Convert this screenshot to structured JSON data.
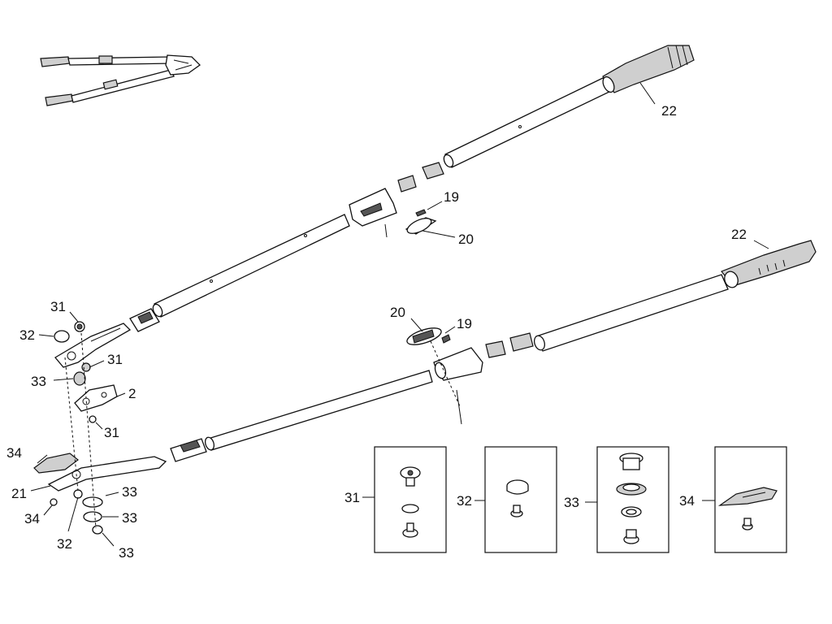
{
  "diagram": {
    "callouts": {
      "c22_upper": "22",
      "c22_lower": "22",
      "c19_upper": "19",
      "c20_upper": "20",
      "c20_lower": "20",
      "c19_lower": "19",
      "c31_a": "31",
      "c32_a": "32",
      "c31_b": "31",
      "c33_a": "33",
      "c2": "2",
      "c31_c": "31",
      "c34_a": "34",
      "c21": "21",
      "c34_b": "34",
      "c32_b": "32",
      "c33_b": "33",
      "c33_c": "33",
      "c33_d": "33"
    },
    "detail_boxes": [
      {
        "label": "31"
      },
      {
        "label": "32"
      },
      {
        "label": "33"
      },
      {
        "label": "34"
      }
    ]
  }
}
